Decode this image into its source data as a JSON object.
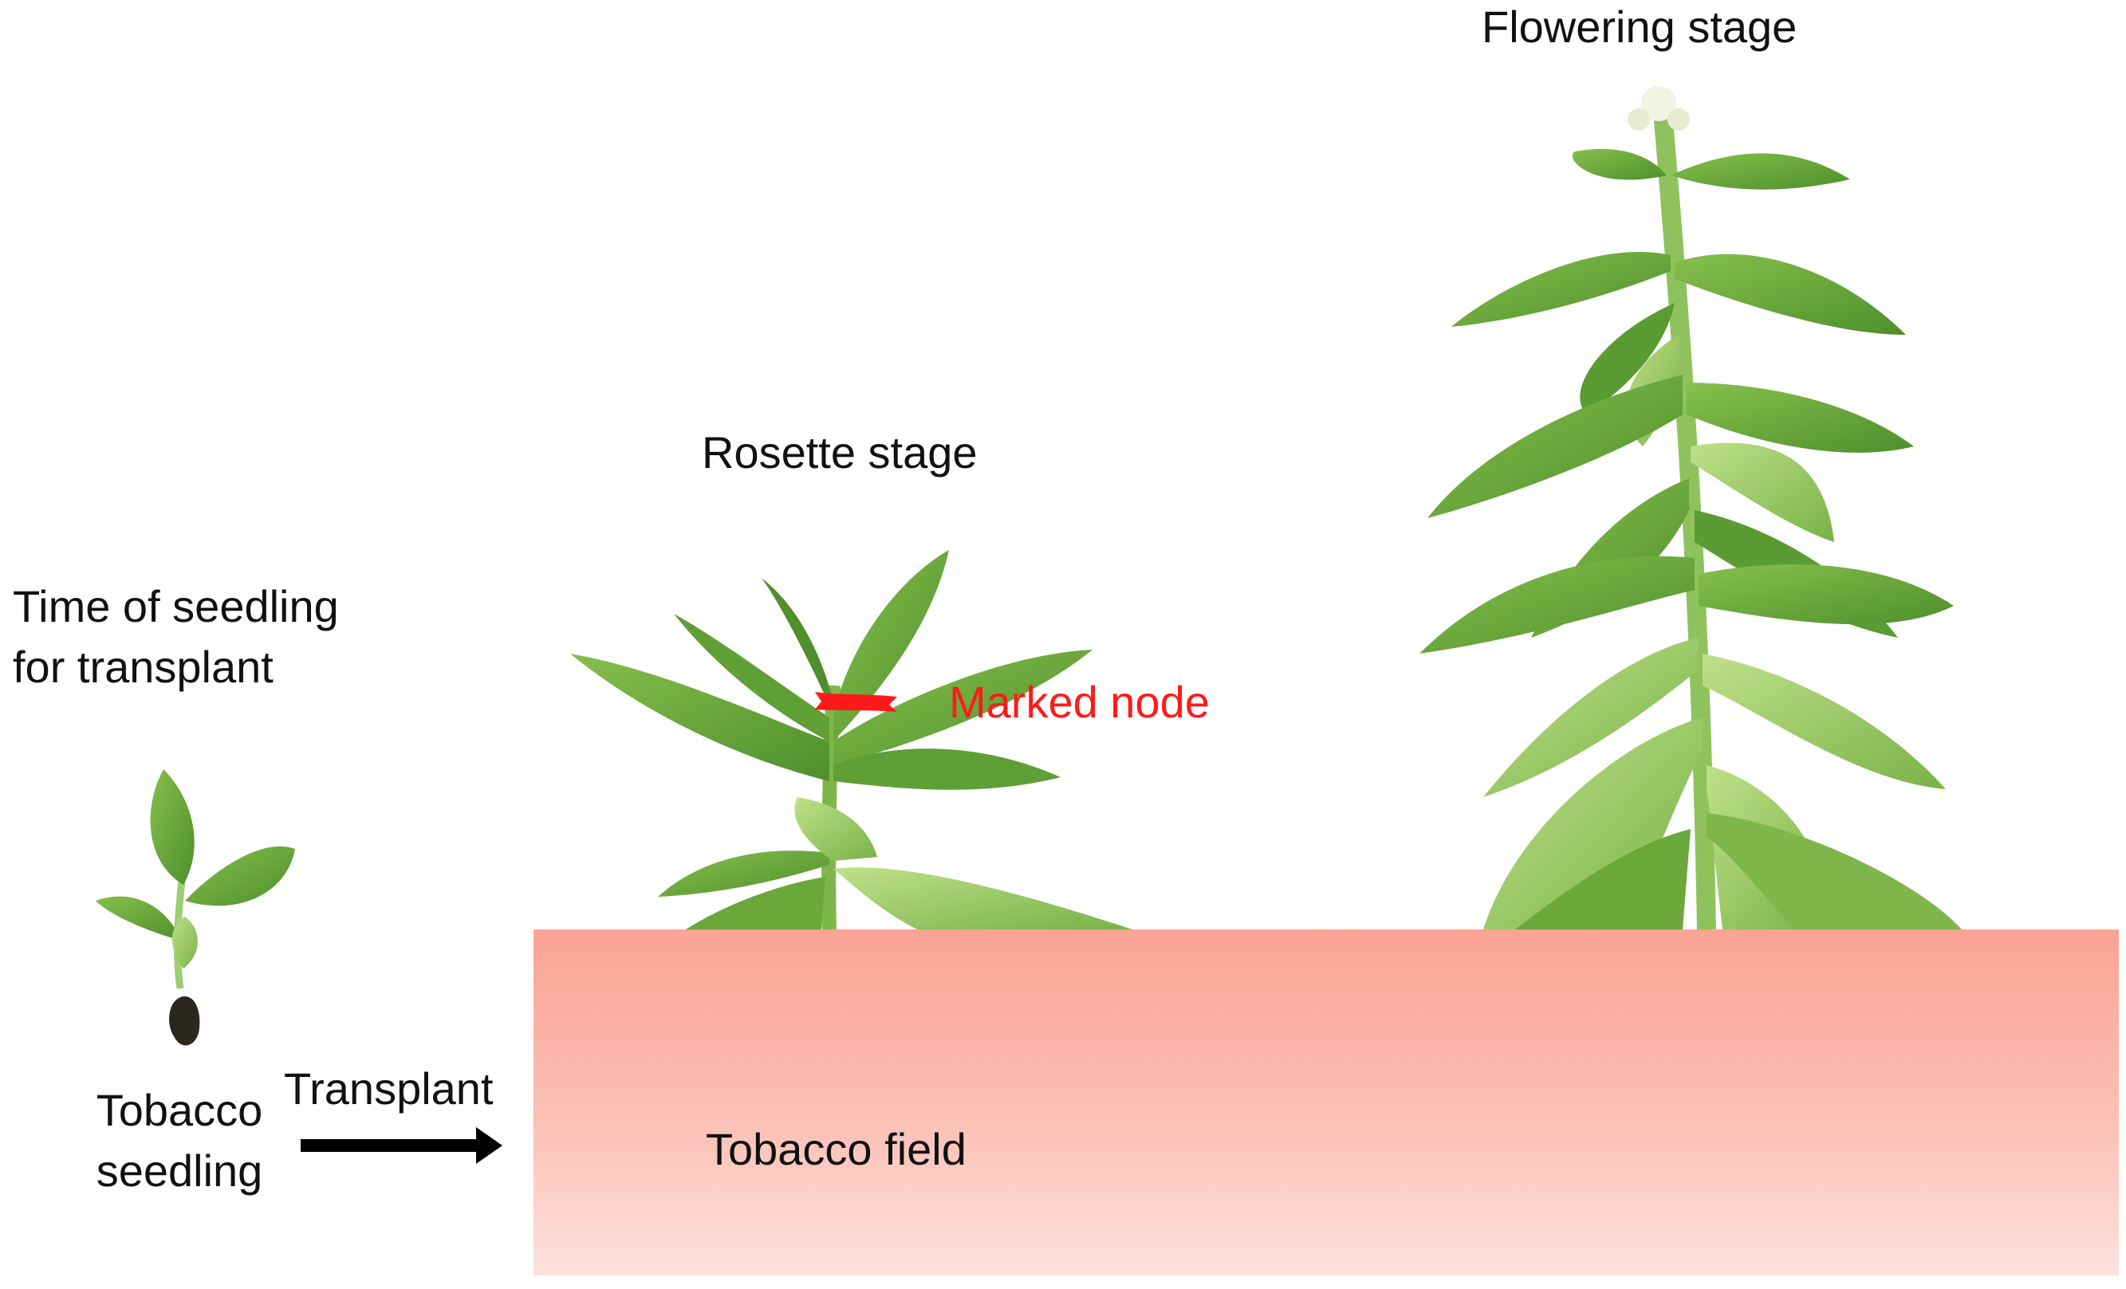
{
  "labels": {
    "seedling_time": [
      "Time of seedling",
      "for transplant"
    ],
    "seedling": [
      "Tobacco",
      "seedling"
    ],
    "transplant": "Transplant",
    "field": "Tobacco field",
    "rosette": "Rosette stage",
    "flowering": "Flowering stage",
    "marked_node": "Marked node"
  },
  "colors": {
    "field_top": "#f9a394",
    "field_bottom": "#fde2dd",
    "marked_node": "#ff1a1a",
    "leaf": "#6fae3e",
    "leaf_dark": "#3f7f24",
    "leaf_light": "#a6cf6e",
    "arrow": "#000000"
  }
}
